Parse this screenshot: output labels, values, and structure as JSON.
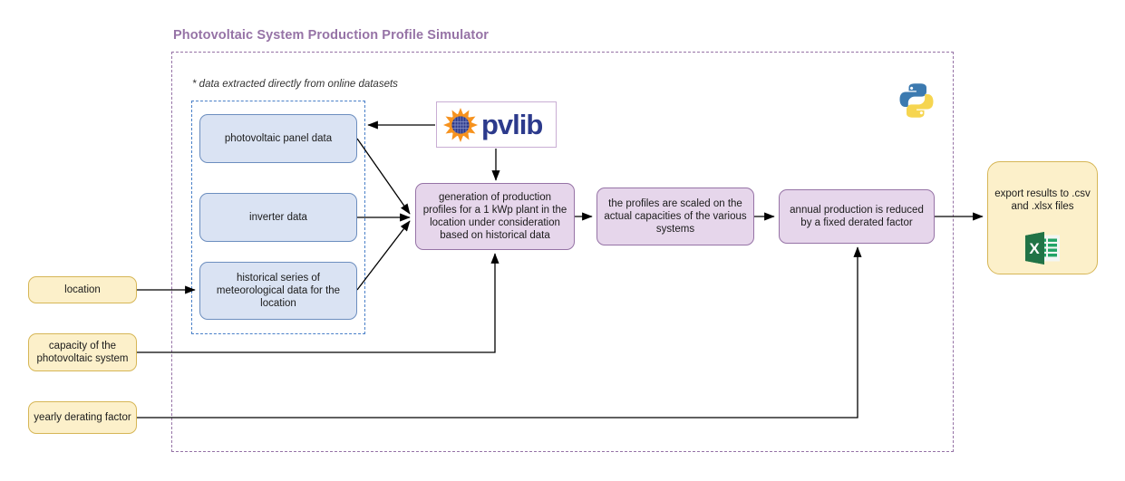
{
  "diagram": {
    "title": "Photovoltaic System Production Profile Simulator",
    "note": "* data extracted directly from online datasets",
    "colors": {
      "title": "#9673a6",
      "outer_border": "#9673a6",
      "datasets_border": "#4a80c8",
      "data_node_fill": "#dae3f3",
      "data_node_stroke": "#6c8ebf",
      "process_node_fill": "#e6d6eb",
      "process_node_stroke": "#9673a6",
      "input_node_fill": "#fcf0ca",
      "input_node_stroke": "#d6b656",
      "connector": "#000000"
    }
  },
  "data_sources": [
    {
      "id": "panel-data",
      "label": "photovoltaic panel data"
    },
    {
      "id": "inverter-data",
      "label": "inverter data"
    },
    {
      "id": "meteo-data",
      "label": "historical series of meteorological data for the location"
    }
  ],
  "process_steps": [
    {
      "id": "generation",
      "label": "generation of production profiles for a 1 kWp plant in the location under consideration based on historical data"
    },
    {
      "id": "scaling",
      "label": "the profiles are scaled on the actual capacities of the various systems"
    },
    {
      "id": "derating",
      "label": "annual production is reduced by a fixed derated factor"
    }
  ],
  "inputs": [
    {
      "id": "location",
      "label": "location"
    },
    {
      "id": "capacity",
      "label": "capacity of the photovoltaic system"
    },
    {
      "id": "derating-factor",
      "label": "yearly derating factor"
    }
  ],
  "output": {
    "id": "export",
    "label": "export results to .csv and .xlsx files",
    "icon": "excel-icon"
  },
  "logos": {
    "pvlib": {
      "wordmark": "pvlib",
      "icon": "pvlib-sun-icon"
    },
    "python": {
      "icon": "python-logo-icon"
    }
  }
}
